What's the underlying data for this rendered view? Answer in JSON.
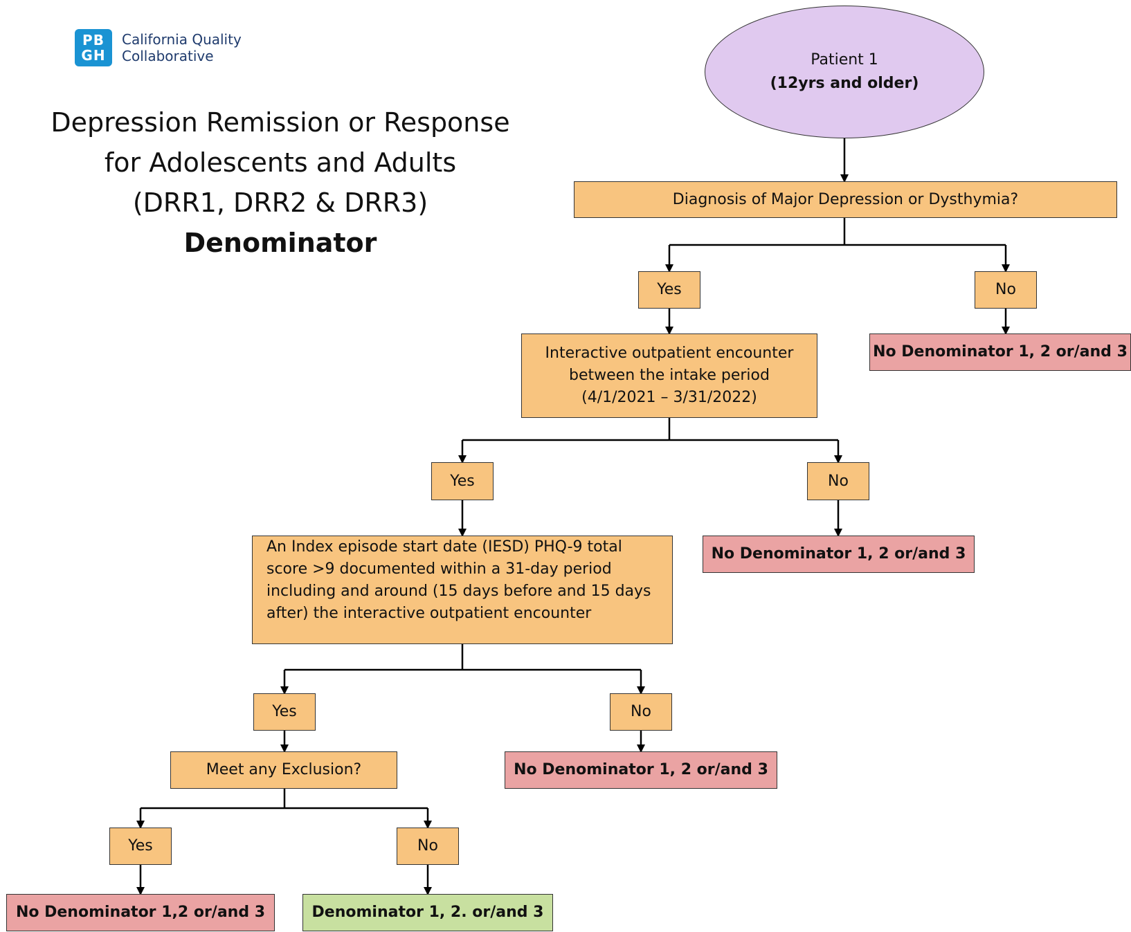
{
  "logo": {
    "mark_line1": "PB",
    "mark_line2": "GH",
    "text_line1": "California Quality",
    "text_line2": "Collaborative",
    "color": "#1a93d3"
  },
  "title": {
    "line1": "Depression Remission or Response",
    "line2": "for Adolescents and Adults",
    "line3": "(DRR1, DRR2 & DRR3)",
    "line4": "Denominator"
  },
  "nodes": {
    "patient_line1": "Patient 1",
    "patient_line2": "(12yrs and older)",
    "diagnosis": "Diagnosis of Major Depression or Dysthymia?",
    "yes": "Yes",
    "no": "No",
    "encounter_line1": "Interactive outpatient encounter",
    "encounter_line2": "between the intake period",
    "encounter_line3": "(4/1/2021 – 3/31/2022)",
    "iesd_line1": "An Index episode start date (IESD) PHQ-9 total",
    "iesd_line2": "score >9 documented within a 31-day period",
    "iesd_line3": "including and around (15 days before and 15 days",
    "iesd_line4": "after) the interactive outpatient encounter",
    "exclusion": "Meet any Exclusion?",
    "no_denominator": "No Denominator 1, 2 or/and 3",
    "no_denominator_alt": "No Denominator 1,2 or/and 3",
    "denominator": "Denominator 1, 2. or/and 3"
  },
  "colors": {
    "decision": "#f8c47f",
    "outcome_no": "#eaa3a3",
    "outcome_yes": "#c8e0a0",
    "start": "#e0c9ef"
  }
}
